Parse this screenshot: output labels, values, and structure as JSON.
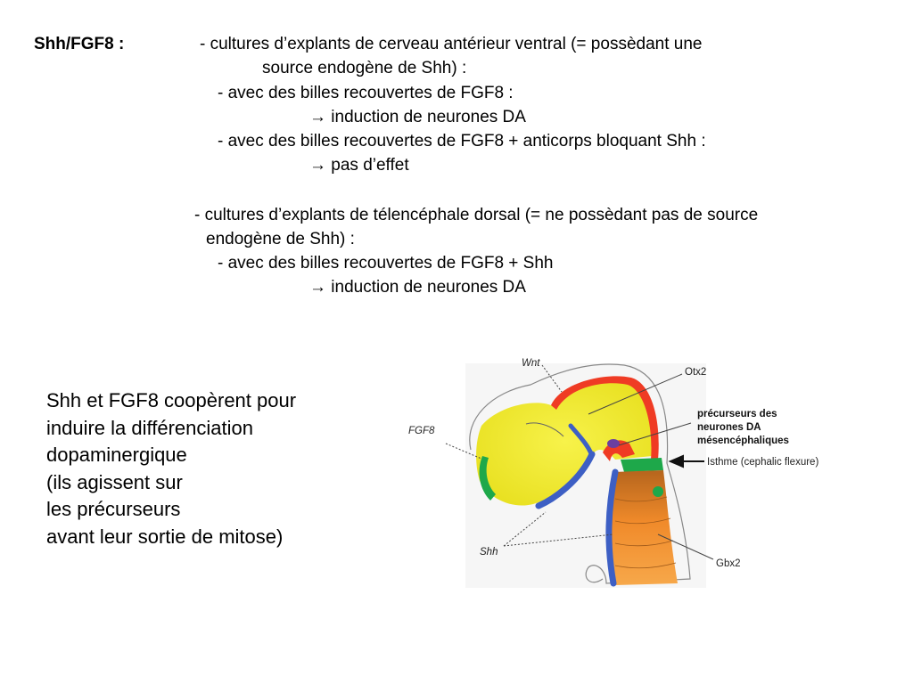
{
  "header": {
    "label": "Shh/FGF8 :"
  },
  "experiments": {
    "exp1_line1": "- cultures d’explants de cerveau antérieur ventral (= possèdant une",
    "exp1_line2": "source endogène de Shh) :",
    "exp1_a": "- avec des billes recouvertes de FGF8 :",
    "exp1_a_result": "→ induction de neurones DA",
    "exp1_b": "- avec des billes recouvertes de FGF8 + anticorps bloquant Shh :",
    "exp1_b_result": "→ pas d’effet",
    "exp2_line1": "- cultures d’explants de télencéphale dorsal (= ne possèdant pas de source",
    "exp2_line2": "endogène de Shh) :",
    "exp2_a": "- avec des billes recouvertes de FGF8 + Shh",
    "exp2_a_result": "→ induction de neurones DA"
  },
  "conclusion": {
    "lines": [
      "Shh et FGF8 coopèrent pour",
      "induire la différenciation",
      "dopaminergique",
      "(ils agissent sur",
      "les précurseurs",
      "avant leur sortie de mitose)"
    ]
  },
  "figure": {
    "labels": {
      "wnt": "Wnt",
      "otx2": "Otx2",
      "fgf8": "FGF8",
      "precursors_1": "précurseurs des",
      "precursors_2": "neurones DA",
      "precursors_3": "mésencéphaliques",
      "isthme": "Isthme (cephalic flexure)",
      "shh": "Shh",
      "gbx2": "Gbx2"
    },
    "colors": {
      "yellow": "#f2ee2c",
      "red": "#ef3b24",
      "green": "#1ea84a",
      "blue": "#3d5fc4",
      "orange": "#f08a2a",
      "purple": "#6a3fa0"
    }
  }
}
